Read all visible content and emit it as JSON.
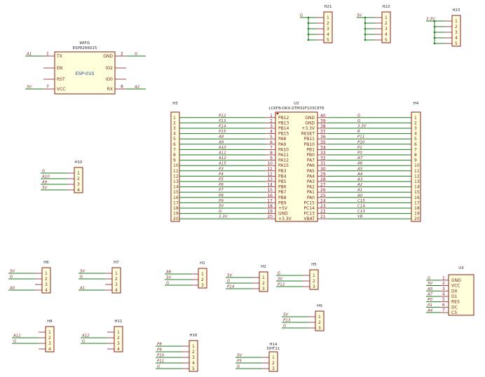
{
  "components": [
    {
      "ref": "WIFI1",
      "value": "ESP8266015",
      "center_label": "ESP-01S",
      "left_pins": [
        {
          "num": "1",
          "name": "TX",
          "net": "A1"
        },
        {
          "num": "",
          "name": "EN",
          "net": ""
        },
        {
          "num": "",
          "name": "RST",
          "net": ""
        },
        {
          "num": "7",
          "name": "VCC",
          "net": "5V"
        }
      ],
      "right_pins": [
        {
          "num": "2",
          "name": "GND",
          "net": "G"
        },
        {
          "num": "",
          "name": "IO2",
          "net": ""
        },
        {
          "num": "",
          "name": "IO0",
          "net": ""
        },
        {
          "num": "8",
          "name": "RX",
          "net": "A2"
        }
      ]
    },
    {
      "ref": "H3",
      "value": "",
      "pins": [
        "1",
        "2",
        "3",
        "4",
        "5",
        "6",
        "7",
        "8",
        "9",
        "10",
        "11",
        "12",
        "13",
        "14",
        "15",
        "16",
        "17",
        "18",
        "19",
        "20"
      ]
    },
    {
      "ref": "H4",
      "value": "",
      "pins": [
        "1",
        "2",
        "3",
        "4",
        "5",
        "6",
        "7",
        "8",
        "9",
        "10",
        "11",
        "12",
        "13",
        "14",
        "15",
        "16",
        "17",
        "18",
        "19",
        "20"
      ]
    },
    {
      "ref": "U2",
      "value": "LCKFB-DKX-STM32F103C8T6",
      "left_pins": [
        {
          "num": "1",
          "name": "PB12",
          "net": "P12"
        },
        {
          "num": "2",
          "name": "PB13",
          "net": "P13"
        },
        {
          "num": "3",
          "name": "PB14",
          "net": "P14"
        },
        {
          "num": "4",
          "name": "PB15",
          "net": "P15"
        },
        {
          "num": "5",
          "name": "PA8",
          "net": "A8"
        },
        {
          "num": "6",
          "name": "PA9",
          "net": "A9"
        },
        {
          "num": "7",
          "name": "PA10",
          "net": "A10"
        },
        {
          "num": "8",
          "name": "PA11",
          "net": "A11"
        },
        {
          "num": "9",
          "name": "PA12",
          "net": "A12"
        },
        {
          "num": "10",
          "name": "PA15",
          "net": "A15"
        },
        {
          "num": "11",
          "name": "PB3",
          "net": "P3"
        },
        {
          "num": "12",
          "name": "PB4",
          "net": "P4"
        },
        {
          "num": "13",
          "name": "PB5",
          "net": "P5"
        },
        {
          "num": "14",
          "name": "PB6",
          "net": "P6"
        },
        {
          "num": "15",
          "name": "PB7",
          "net": "P7"
        },
        {
          "num": "16",
          "name": "PB8",
          "net": "P8"
        },
        {
          "num": "17",
          "name": "PB9",
          "net": "P9"
        },
        {
          "num": "18",
          "name": "+5V",
          "net": "5V"
        },
        {
          "num": "19",
          "name": "GND",
          "net": "G"
        },
        {
          "num": "20",
          "name": "+3.3V",
          "net": "3.3V"
        }
      ],
      "right_pins": [
        {
          "num": "40",
          "name": "GND",
          "net": "G"
        },
        {
          "num": "39",
          "name": "GND",
          "net": "G"
        },
        {
          "num": "38",
          "name": "+3.3V",
          "net": "3.3V"
        },
        {
          "num": "37",
          "name": "RESET",
          "net": "R"
        },
        {
          "num": "36",
          "name": "PB11",
          "net": "P11"
        },
        {
          "num": "35",
          "name": "PB10",
          "net": "P10"
        },
        {
          "num": "34",
          "name": "PB1",
          "net": "P1"
        },
        {
          "num": "33",
          "name": "PB0",
          "net": "P0"
        },
        {
          "num": "32",
          "name": "PA7",
          "net": "A7"
        },
        {
          "num": "31",
          "name": "PA6",
          "net": "A6"
        },
        {
          "num": "30",
          "name": "PA5",
          "net": "A5"
        },
        {
          "num": "29",
          "name": "PA4",
          "net": "A4"
        },
        {
          "num": "28",
          "name": "PA3",
          "net": "A3"
        },
        {
          "num": "27",
          "name": "PA2",
          "net": "A2"
        },
        {
          "num": "26",
          "name": "PA1",
          "net": "A1"
        },
        {
          "num": "25",
          "name": "PA0",
          "net": "A0"
        },
        {
          "num": "24",
          "name": "PC15",
          "net": "C15"
        },
        {
          "num": "23",
          "name": "PC14",
          "net": "C14"
        },
        {
          "num": "22",
          "name": "PC13",
          "net": "C13"
        },
        {
          "num": "21",
          "name": "VBAT",
          "net": "VB"
        }
      ]
    },
    {
      "ref": "H21",
      "pins": [
        "1",
        "2",
        "3",
        "4",
        "5"
      ],
      "nets": [
        "G"
      ]
    },
    {
      "ref": "H22",
      "pins": [
        "1",
        "2",
        "3",
        "4",
        "5"
      ],
      "nets": [
        "5V"
      ]
    },
    {
      "ref": "H23",
      "pins": [
        "1",
        "2",
        "3",
        "4",
        "5"
      ],
      "nets": [
        "3.3V"
      ]
    },
    {
      "ref": "H10",
      "pins": [
        "1",
        "2",
        "3",
        "4"
      ],
      "nets": [
        "G",
        "A10",
        "A9",
        "5V"
      ]
    },
    {
      "ref": "H6",
      "pins": [
        "1",
        "2",
        "3",
        "4"
      ],
      "nets": [
        "5V",
        "G",
        "",
        "A0"
      ]
    },
    {
      "ref": "H7",
      "pins": [
        "1",
        "2",
        "3",
        "4"
      ],
      "nets": [
        "5V",
        "G",
        "",
        "A1"
      ]
    },
    {
      "ref": "H1",
      "pins": [
        "1",
        "2",
        "3"
      ],
      "nets": [
        "A6",
        "5V",
        "G"
      ]
    },
    {
      "ref": "H2",
      "pins": [
        "1",
        "2",
        "3"
      ],
      "nets": [
        "5V",
        "G",
        "P14"
      ]
    },
    {
      "ref": "H5",
      "pins": [
        "1",
        "2",
        "3"
      ],
      "nets": [
        "G",
        "5V",
        "P12"
      ]
    },
    {
      "ref": "H9",
      "pins": [
        "1",
        "2",
        "3"
      ],
      "nets": [
        "5V",
        "P13",
        "G"
      ]
    },
    {
      "ref": "H8",
      "pins": [
        "1",
        "2",
        "3",
        "4"
      ],
      "nets": [
        "",
        "A11",
        "G",
        ""
      ]
    },
    {
      "ref": "H11",
      "pins": [
        "1",
        "2",
        "3",
        "4"
      ],
      "nets": [
        "",
        "A12",
        "G",
        ""
      ]
    },
    {
      "ref": "H16",
      "pins": [
        "1",
        "2",
        "3",
        "4",
        "5"
      ],
      "nets": [
        "P8",
        "P9",
        "P10",
        "P11",
        "G"
      ]
    },
    {
      "ref": "H14",
      "value": "DHT11",
      "pins": [
        "1",
        "2",
        "3"
      ],
      "nets": [
        "5V",
        "P5",
        "G"
      ]
    },
    {
      "ref": "U3",
      "pin_names": [
        "GND",
        "VCC",
        "D0",
        "D1",
        "RES",
        "DC",
        "CS"
      ],
      "pins": [
        "1",
        "2",
        "3",
        "4",
        "5",
        "6",
        "7"
      ],
      "nets": [
        "G",
        "5V",
        "A5",
        "A7",
        "P0",
        "P1",
        "A4"
      ]
    }
  ]
}
